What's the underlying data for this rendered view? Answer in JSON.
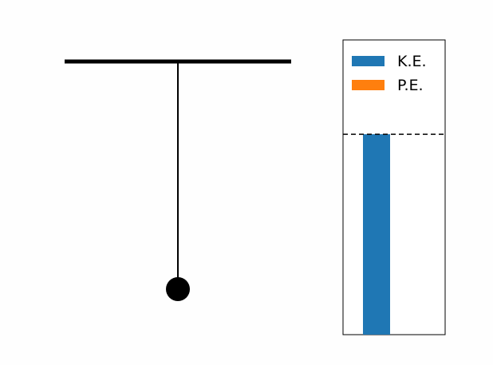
{
  "pendulum": {
    "bob_angle_deg": 0,
    "colors": {
      "line": "#000000",
      "bob": "#000000"
    }
  },
  "chart_data": {
    "type": "bar",
    "title": "",
    "xlabel": "",
    "ylabel": "",
    "ylim": [
      0,
      1.0
    ],
    "total_energy_reference": 0.68,
    "reference_line_style": "dashed",
    "grid": false,
    "legend_placement": "top-left",
    "series": [
      {
        "name": "K.E.",
        "value": 0.68,
        "color": "#1f77b4"
      },
      {
        "name": "P.E.",
        "value": 0.0,
        "color": "#ff7f0e"
      }
    ]
  }
}
